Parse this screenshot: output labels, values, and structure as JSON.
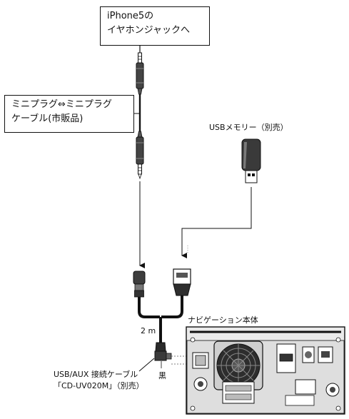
{
  "callouts": {
    "iphone_jack": {
      "line1": "iPhone5の",
      "line2": "イヤホンジャックへ"
    },
    "mini_plug_cable": {
      "line1": "ミニプラグ⇔ミニプラグ",
      "line2": "ケーブル(市販品)"
    }
  },
  "labels": {
    "usb_memory": "USBメモリー（別売）",
    "navi_unit": "ナビゲーション本体",
    "cable_length": "2 m",
    "plug_color": "黒",
    "aux_cable_line1": "USB/AUX 接続ケーブル",
    "aux_cable_line2": "「CD-UV020M」（別売）"
  },
  "colors": {
    "line": "#111111",
    "unit_body": "#ececec",
    "unit_panel": "#d8d8d8",
    "usb_stick": "#3a3a3a"
  }
}
